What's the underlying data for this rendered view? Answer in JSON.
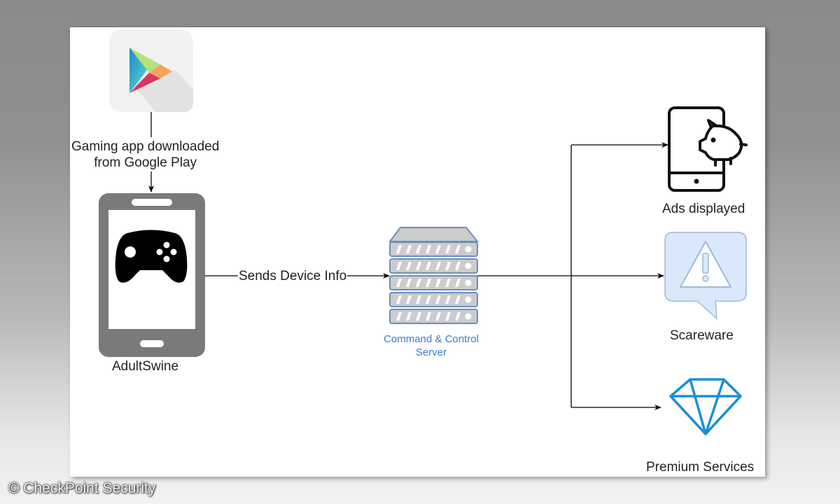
{
  "diagram": {
    "nodes": {
      "google_play": {
        "label": "",
        "icon": "google-play-icon"
      },
      "app": {
        "label": "AdultSwine",
        "icon": "smartphone-gamepad-icon"
      },
      "server": {
        "label_line1": "Command & Control",
        "label_line2": "Server",
        "icon": "server-rack-icon"
      },
      "ads": {
        "label": "Ads displayed",
        "icon": "phone-pig-icon"
      },
      "scareware": {
        "label": "Scareware",
        "icon": "warning-bubble-icon"
      },
      "premium": {
        "label": "Premium Services",
        "icon": "diamond-icon"
      }
    },
    "edges": [
      {
        "from": "google_play",
        "to": "app",
        "label_line1": "Gaming app downloaded",
        "label_line2": "from Google Play"
      },
      {
        "from": "app",
        "to": "server",
        "label": "Sends Device Info"
      },
      {
        "from": "server",
        "to": "ads",
        "label": ""
      },
      {
        "from": "server",
        "to": "scareware",
        "label": ""
      },
      {
        "from": "server",
        "to": "premium",
        "label": ""
      }
    ]
  },
  "colors": {
    "phone_gray": "#7a7a7a",
    "server_blue": "#6c8ebf",
    "server_fill": "#cccccc",
    "scareware_fill": "#dae8fc",
    "diamond_blue": "#1a8fd6",
    "server_label": "#3a7dd0"
  },
  "watermark": "© CheckPoint Security"
}
